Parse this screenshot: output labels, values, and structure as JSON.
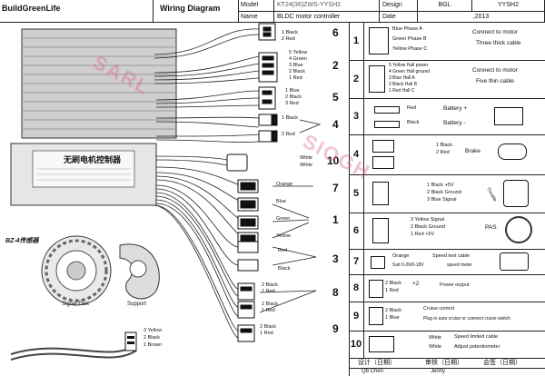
{
  "header": {
    "brand": "BuildGreenLife",
    "title": "Wiring Diagram",
    "model_label": "Model",
    "model_value": "KT24(36)ZWS-YYSH2",
    "name_label": "Name",
    "name_value": "BLDC motor controller",
    "design_label": "Design",
    "design_value": "BGL",
    "code_value": "YYSH2",
    "date_label": "Date",
    "date_value": ",2013"
  },
  "controller": {
    "label_cn": "无刷电机控制器",
    "bz_label": "BZ-4传感器",
    "signal_disk": "Signal Disk",
    "support": "Support",
    "sensor_wires": [
      "3 Yellow",
      "2 Black",
      "1 Brown"
    ]
  },
  "left_numbers": [
    "6",
    "2",
    "5",
    "4",
    "10",
    "7",
    "1",
    "3",
    "8",
    "9"
  ],
  "left_wires": {
    "g6": [
      "1 Black",
      "2 Red"
    ],
    "g2": [
      "5 Yellow",
      "4 Green",
      "3 Blue",
      "2 Black",
      "1 Red"
    ],
    "g5": [
      "1 Blue",
      "2 Black",
      "3 Red"
    ],
    "g4": [
      "1 Black",
      "2 Red"
    ],
    "g10": [
      "White",
      "White"
    ],
    "g7": [
      "Orange"
    ],
    "g1": [
      "Blue",
      "Green",
      "Yellow"
    ],
    "g3": [
      "Red",
      "Black"
    ],
    "g8": [
      "2 Black",
      "1 Red"
    ],
    "g8b": [
      "2 Black",
      "1 Red"
    ],
    "g9": [
      "2 Black",
      "1 Red"
    ]
  },
  "rows": [
    {
      "num": "1",
      "lines": [
        "Blue   Phase A",
        "Green  Phase B",
        "Yellow Phase C"
      ],
      "desc": [
        "Connect to motor",
        "Three thick cable"
      ]
    },
    {
      "num": "2",
      "lines": [
        "5 Yellow Hall power",
        "4 Green Hall ground",
        "3 Blue Hall A",
        "2 Black Hall B",
        "1 Red Hall C"
      ],
      "desc": [
        "Connect to motor",
        "Five thin cable"
      ]
    },
    {
      "num": "3",
      "lines": [
        "Red",
        "Black"
      ],
      "desc": [
        "Battery +",
        "Battery -"
      ]
    },
    {
      "num": "4",
      "lines": [
        "1 Black",
        "2 Red"
      ],
      "desc": [
        "Brake"
      ]
    },
    {
      "num": "5",
      "lines": [
        "1 Black +5V",
        "2 Black Ground",
        "3 Blue Signal"
      ],
      "desc": [
        "Throttle"
      ]
    },
    {
      "num": "6",
      "lines": [
        "3 Yellow Signal",
        "2 Black Ground",
        "1 Red +5V"
      ],
      "desc": [
        "PAS"
      ]
    },
    {
      "num": "7",
      "lines": [
        "Orange",
        "Speed test cable",
        "Suit 0-26/0-18V",
        "speed meter"
      ],
      "desc": []
    },
    {
      "num": "8",
      "lines": [
        "2 Black",
        "1 Red",
        "×2",
        "Power output"
      ],
      "desc": []
    },
    {
      "num": "9",
      "lines": [
        "2 Black",
        "1 Blue",
        "Cruise control",
        "Plug in auto cruise or connect cruise switch"
      ],
      "desc": []
    },
    {
      "num": "10",
      "lines": [
        "White",
        "White",
        "Speed limited cable",
        "Adjust potentiometer"
      ],
      "desc": []
    }
  ],
  "footer": {
    "design_cn": "设计（日期）",
    "review_cn": "审核（日期）",
    "sign_cn": "会签（日期）",
    "designer": "Qb Chen",
    "reviewer": "Jenny"
  },
  "watermark": [
    "SARL",
    "SIOGH"
  ]
}
